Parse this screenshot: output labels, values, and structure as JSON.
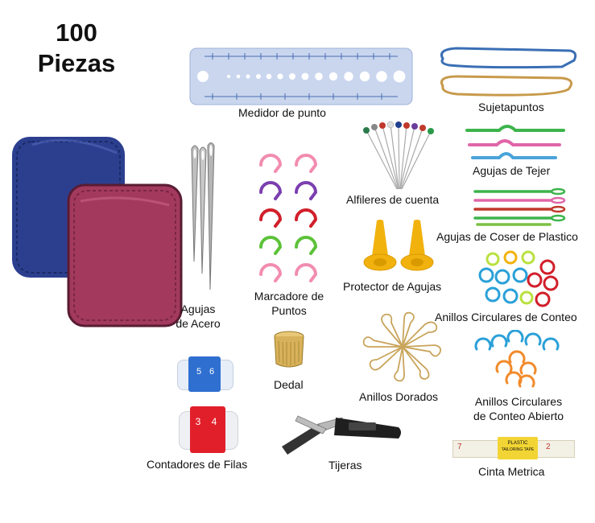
{
  "title": {
    "line1": "100",
    "line2": "Piezas"
  },
  "labels": {
    "gauge": "Medidor de punto",
    "holders": "Sujetapuntos",
    "cable_needles": "Agujas de Tejer",
    "pins": "Alfileres de cuenta",
    "plastic_needles": "Agujas de Coser de Plastico",
    "steel_needles_1": "Agujas",
    "steel_needles_2": "de Acero",
    "markers_1": "Marcadore de",
    "markers_2": "Puntos",
    "protectors": "Protector de Agujas",
    "rings": "Anillos Circulares de Conteo",
    "thimble": "Dedal",
    "gold_rings": "Anillos Dorados",
    "open_rings_1": "Anillos Circulares",
    "open_rings_2": "de Conteo Abierto",
    "counters": "Contadores de Filas",
    "scissors": "Tijeras",
    "tape": "Cinta Metrica"
  },
  "tape_text": {
    "brand_line1": "PLASTIC",
    "brand_line2": "TAILORING TAPE",
    "n1": "7",
    "n2": "2"
  },
  "counter_digits": {
    "blue_a": "5",
    "blue_b": "6",
    "red_a": "3",
    "red_b": "4"
  },
  "colors": {
    "case_blue": "#2c3f8f",
    "case_pink": "#a33a5e",
    "gauge": "#c9d6ee",
    "holder_blue": "#3a6fb5",
    "holder_gold": "#c79a4a",
    "protector": "#f2b20e",
    "thimble": "#d8b25a"
  }
}
